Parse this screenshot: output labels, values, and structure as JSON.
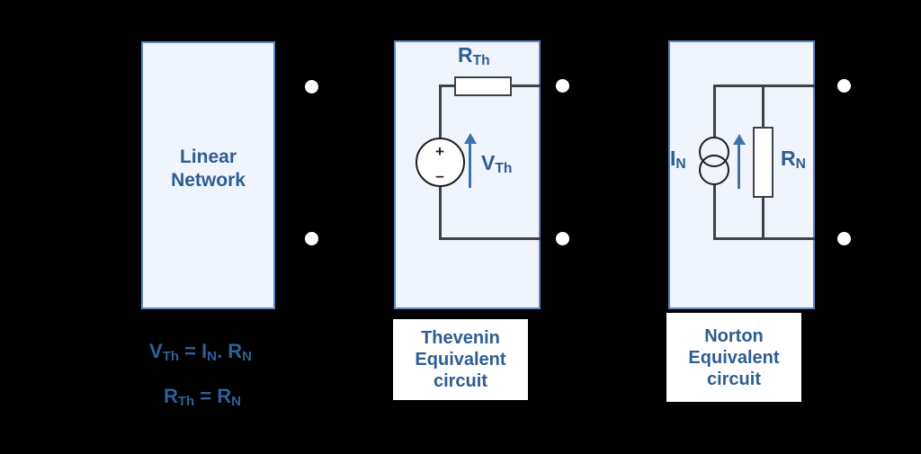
{
  "diagram": {
    "title": "Thevenin and Norton Equivalent Circuits",
    "background_color": "#000000",
    "box_fill_color": "#eff4fd",
    "box_border_color": "#5b87c4",
    "text_color": "#2e5d92",
    "wire_color": "#3d4348",
    "arrow_color": "#3e72ad",
    "terminal_dot_color": "#ffffff"
  },
  "panels": {
    "linear_network": {
      "label": "Linear\nNetwork"
    },
    "thevenin": {
      "resistor_label_main": "R",
      "resistor_label_sub": "Th",
      "source_label_main": "V",
      "source_label_sub": "Th",
      "plus_sign": "+",
      "minus_sign": "–",
      "caption": "Thevenin\nEquivalent\ncircuit"
    },
    "norton": {
      "source_label_main": "I",
      "source_label_sub": "N",
      "resistor_label_main": "R",
      "resistor_label_sub": "N",
      "caption": "Norton\nEquivalent\ncircuit"
    }
  },
  "equations": [
    {
      "id": "voltage-relation",
      "parts": [
        {
          "main": "V",
          "sub": "Th"
        },
        {
          "main": " = ",
          "sub": ""
        },
        {
          "main": "I",
          "sub": "N"
        },
        {
          "main": ". ",
          "sub": ""
        },
        {
          "main": "R",
          "sub": "N"
        }
      ],
      "plain": "V_Th = I_N . R_N"
    },
    {
      "id": "resistance-relation",
      "parts": [
        {
          "main": "R",
          "sub": "Th"
        },
        {
          "main": " = ",
          "sub": ""
        },
        {
          "main": "R",
          "sub": "N"
        }
      ],
      "plain": "R_Th = R_N"
    }
  ]
}
